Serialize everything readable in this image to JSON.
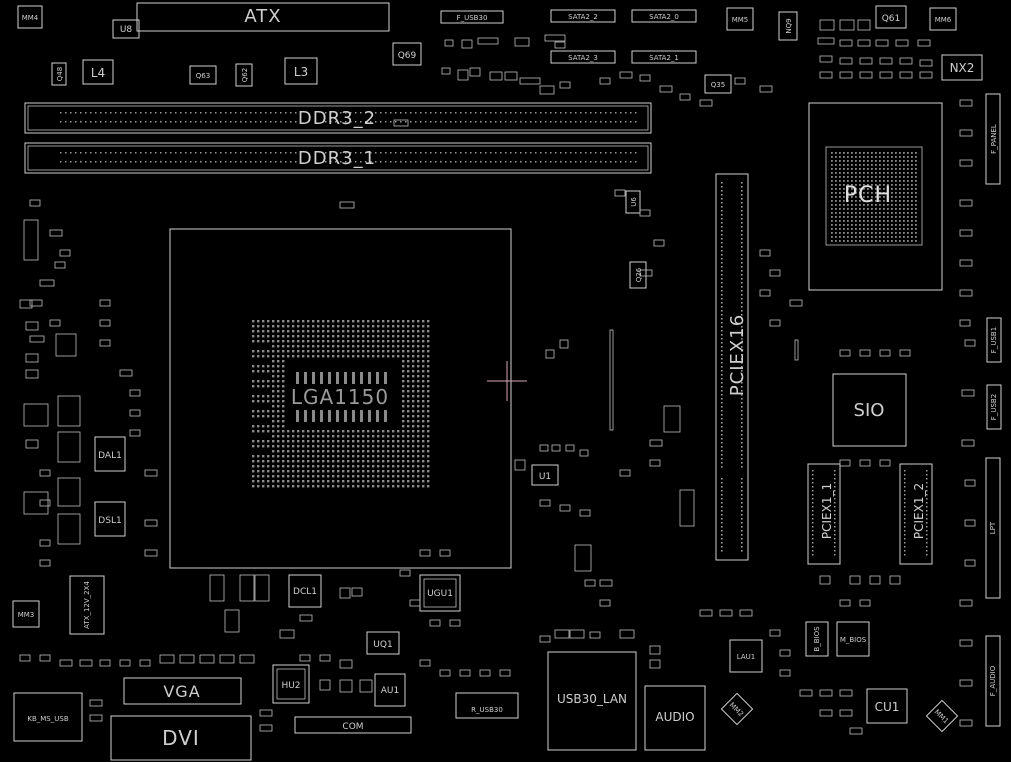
{
  "board": {
    "memory": {
      "ddr3_2": "DDR3_2",
      "ddr3_1": "DDR3_1"
    },
    "cpu_socket": "LGA1150",
    "connectors": {
      "atx": "ATX",
      "atx_12v": "ATX_12V_2X4",
      "f_usb30": "F_USB30",
      "sata2_2": "SATA2_2",
      "sata2_0": "SATA2_0",
      "sata2_3": "SATA2_3",
      "sata2_1": "SATA2_1",
      "pciex16": "PCIEX16",
      "pciex1_1": "PCIEX1_1",
      "pciex1_2": "PCIEX1_2",
      "f_panel": "F_PANEL",
      "f_usb1": "F_USB1",
      "f_usb2": "F_USB2",
      "lpt": "LPT",
      "f_audio": "F_AUDIO",
      "vga": "VGA",
      "dvi": "DVI",
      "com": "COM",
      "usb30_lan": "USB30_LAN",
      "audio": "AUDIO",
      "kb_ms_usb": "KB_MS_USB",
      "r_usb30": "R_USB30"
    },
    "chips": {
      "pch": "PCH",
      "sio": "SIO",
      "u1": "U1",
      "u6": "U6",
      "u8": "U8",
      "uq1": "UQ1",
      "ugu1": "UGU1",
      "hu2": "HU2",
      "au1": "AU1",
      "cu1": "CU1",
      "lau1": "LAU1",
      "b_bios": "B_BIOS",
      "m_bios": "M_BIOS",
      "nx2": "NX2",
      "dcl1": "DCL1",
      "dal1": "DAL1",
      "dsl1": "DSL1",
      "l3": "L3",
      "l4": "L4",
      "q69": "Q69",
      "q61": "Q61",
      "q62": "Q62",
      "q63": "Q63",
      "q35": "Q35",
      "q26": "Q26",
      "q48": "Q48",
      "nq9": "NQ9",
      "mm1": "MM1",
      "mm2": "MM2",
      "mm3": "MM3",
      "mm4": "MM4",
      "mm5": "MM5",
      "mm6": "MM6"
    }
  },
  "colors": {
    "background": "#000000",
    "outline": "#cfcfcf",
    "pad": "#8a8a8a",
    "crosshair": "#d9a3b6"
  }
}
